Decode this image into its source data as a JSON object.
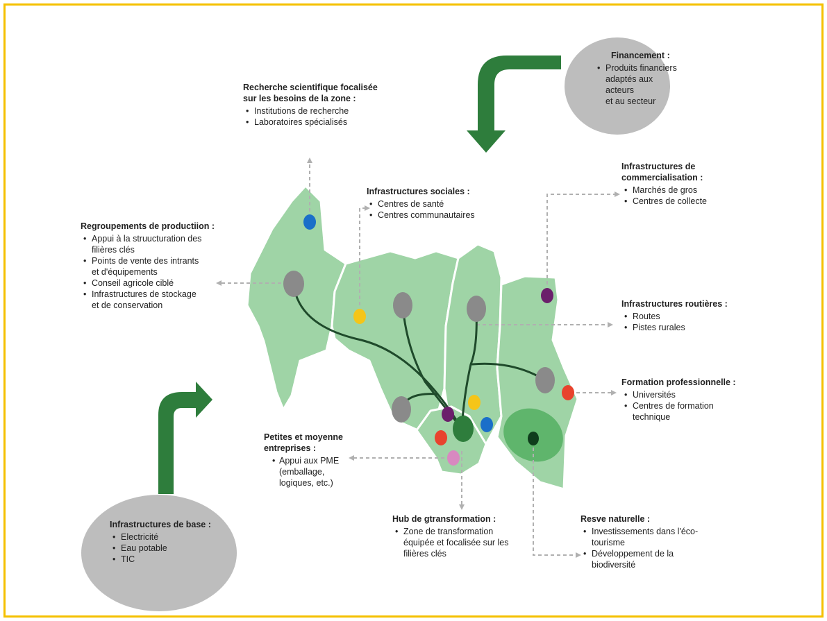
{
  "colors": {
    "frame": "#f5c000",
    "region_fill": "#9fd4a6",
    "region_stroke": "#ffffff",
    "reserve_fill": "#5fb56c",
    "arrow_green": "#2e7d3c",
    "network_line": "#1f4a2b",
    "hub": "#2e7d3c",
    "node_gray": "#8a8a8a",
    "circle_gray": "#bdbdbd",
    "dot_blue": "#1a6fc9",
    "dot_yellow": "#f5c518",
    "dot_purple": "#6b1f6b",
    "dot_red": "#e8432d",
    "dot_pink": "#d889c0",
    "dot_darkgreen": "#0f3d1c",
    "dashed_line": "#b0b0b0"
  },
  "blocks": {
    "recherche": {
      "title": "Recherche scientifique focalisée\nsur les besoins de la zone :",
      "items": [
        "Institutions de recherche",
        "Laboratoires spécialisés"
      ]
    },
    "financement": {
      "title": "Financement :",
      "items": [
        "Produits financiers\nadaptés aux acteurs\net au secteur"
      ]
    },
    "sociales": {
      "title": "Infrastructures sociales :",
      "items": [
        "Centres de santé",
        "Centres communautaires"
      ]
    },
    "commercialisation": {
      "title": "Infrastructures de\ncommercialisation :",
      "items": [
        "Marchés de gros",
        "Centres de collecte"
      ]
    },
    "regroupements": {
      "title": "Regroupements de productiion :",
      "items": [
        "Appui à la struucturation des\nfilières clés",
        "Points de vente des intrants\net d'équipements",
        "Conseil agricole ciblé",
        "Infrastructures de stockage\net de conservation"
      ]
    },
    "routieres": {
      "title": "Infrastructures routières :",
      "items": [
        "Routes",
        "Pistes rurales"
      ]
    },
    "formation": {
      "title": "Formation professionnelle :",
      "items": [
        "Universités",
        "Centres de formation\ntechnique"
      ]
    },
    "pme": {
      "title": "Petites et moyenne\nentreprises :",
      "items": [
        "Appui aux PME\n(emballage,\nlogiques, etc.)"
      ]
    },
    "hub": {
      "title": "Hub de gtransformation :",
      "items": [
        "Zone de transformation\néquipée et focalisée sur les\nfilières clés"
      ]
    },
    "reserve": {
      "title": "Resve naturelle :",
      "items": [
        "Investissements dans l'éco-\ntourisme",
        "Développement de la\nbiodiversité"
      ]
    },
    "base": {
      "title": "Infrastructures de base :",
      "items": [
        "Electricité",
        "Eau potable",
        "TIC"
      ]
    }
  }
}
